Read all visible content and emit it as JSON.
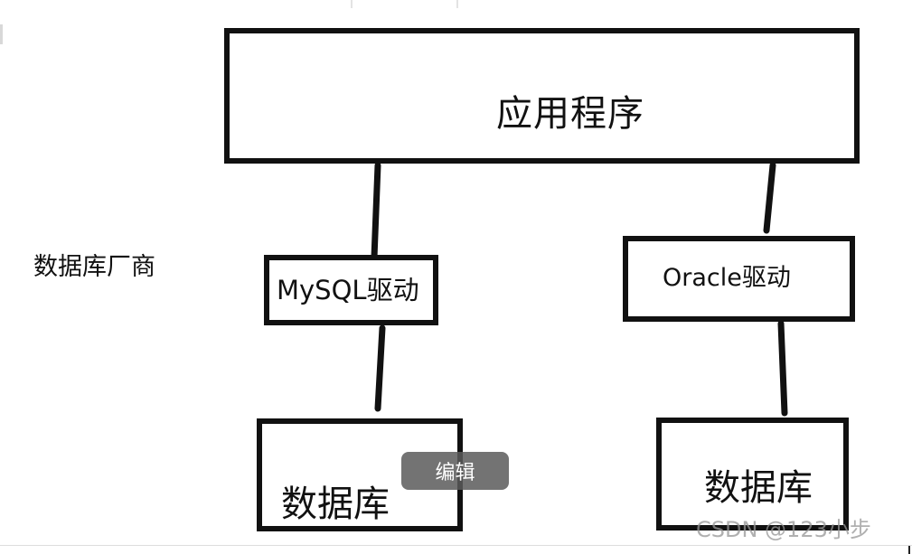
{
  "diagram": {
    "nodes": {
      "app": "应用程序",
      "mysql_driver": "MySQL驱动",
      "oracle_driver": "Oracle驱动",
      "db_left": "数据库",
      "db_right": "数据库"
    },
    "side_label": "数据库厂商",
    "edges": [
      [
        "app",
        "mysql_driver"
      ],
      [
        "app",
        "oracle_driver"
      ],
      [
        "mysql_driver",
        "db_left"
      ],
      [
        "oracle_driver",
        "db_right"
      ]
    ]
  },
  "overlay": {
    "edit_label": "编辑"
  },
  "watermark": "CSDN @123小步"
}
